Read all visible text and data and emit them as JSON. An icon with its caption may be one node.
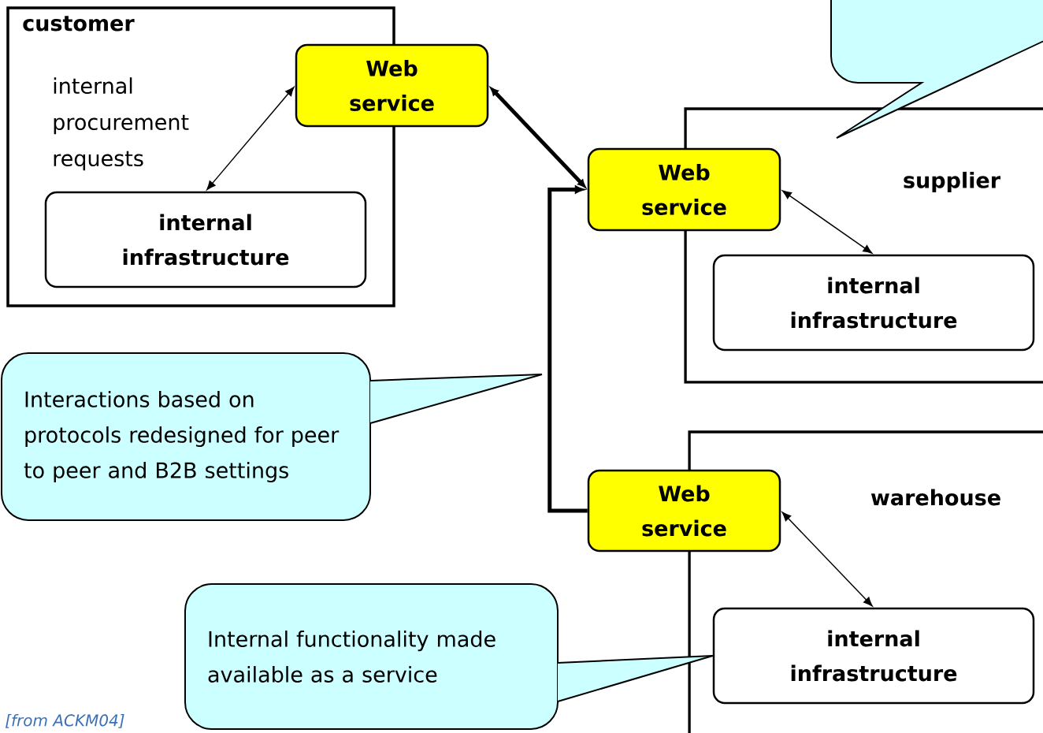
{
  "diagram": {
    "nodes": [
      {
        "text": [
          "customer",
          "internal procurement requests"
        ]
      },
      {
        "text": [
          "Web service"
        ]
      },
      {
        "text": [
          "internal infrastructure"
        ],
        "in": 0
      },
      {
        "text": [
          "supplier"
        ]
      },
      {
        "text": [
          "Web service"
        ]
      },
      {
        "text": [
          "internal infrastructure"
        ],
        "in": 3
      },
      {
        "text": [
          "warehouse"
        ]
      },
      {
        "text": [
          "Web service"
        ]
      },
      {
        "text": [
          "internal infrastructure"
        ],
        "in": 6
      },
      {
        "text": [
          "Internal functionality made available as a service"
        ]
      },
      {
        "text": [
          "Interactions based on protocols redesigned for peer to peer and B2B settings"
        ]
      }
    ],
    "edges": [
      {
        "from": 1,
        "to": 2,
        "arrow": "both"
      },
      {
        "from": 1,
        "to": 4,
        "arrow": "both",
        "style": "thick"
      },
      {
        "from": 7,
        "to": 4,
        "arrow": "to",
        "style": "thick"
      },
      {
        "from": 4,
        "to": 5,
        "arrow": "both"
      },
      {
        "from": 7,
        "to": 8,
        "arrow": "both"
      },
      {
        "from": 9,
        "to": 8,
        "arrow": "none"
      },
      {
        "from": 10,
        "to": null,
        "arrow": "none"
      }
    ],
    "labels": [
      "[from ACKM04]"
    ]
  }
}
